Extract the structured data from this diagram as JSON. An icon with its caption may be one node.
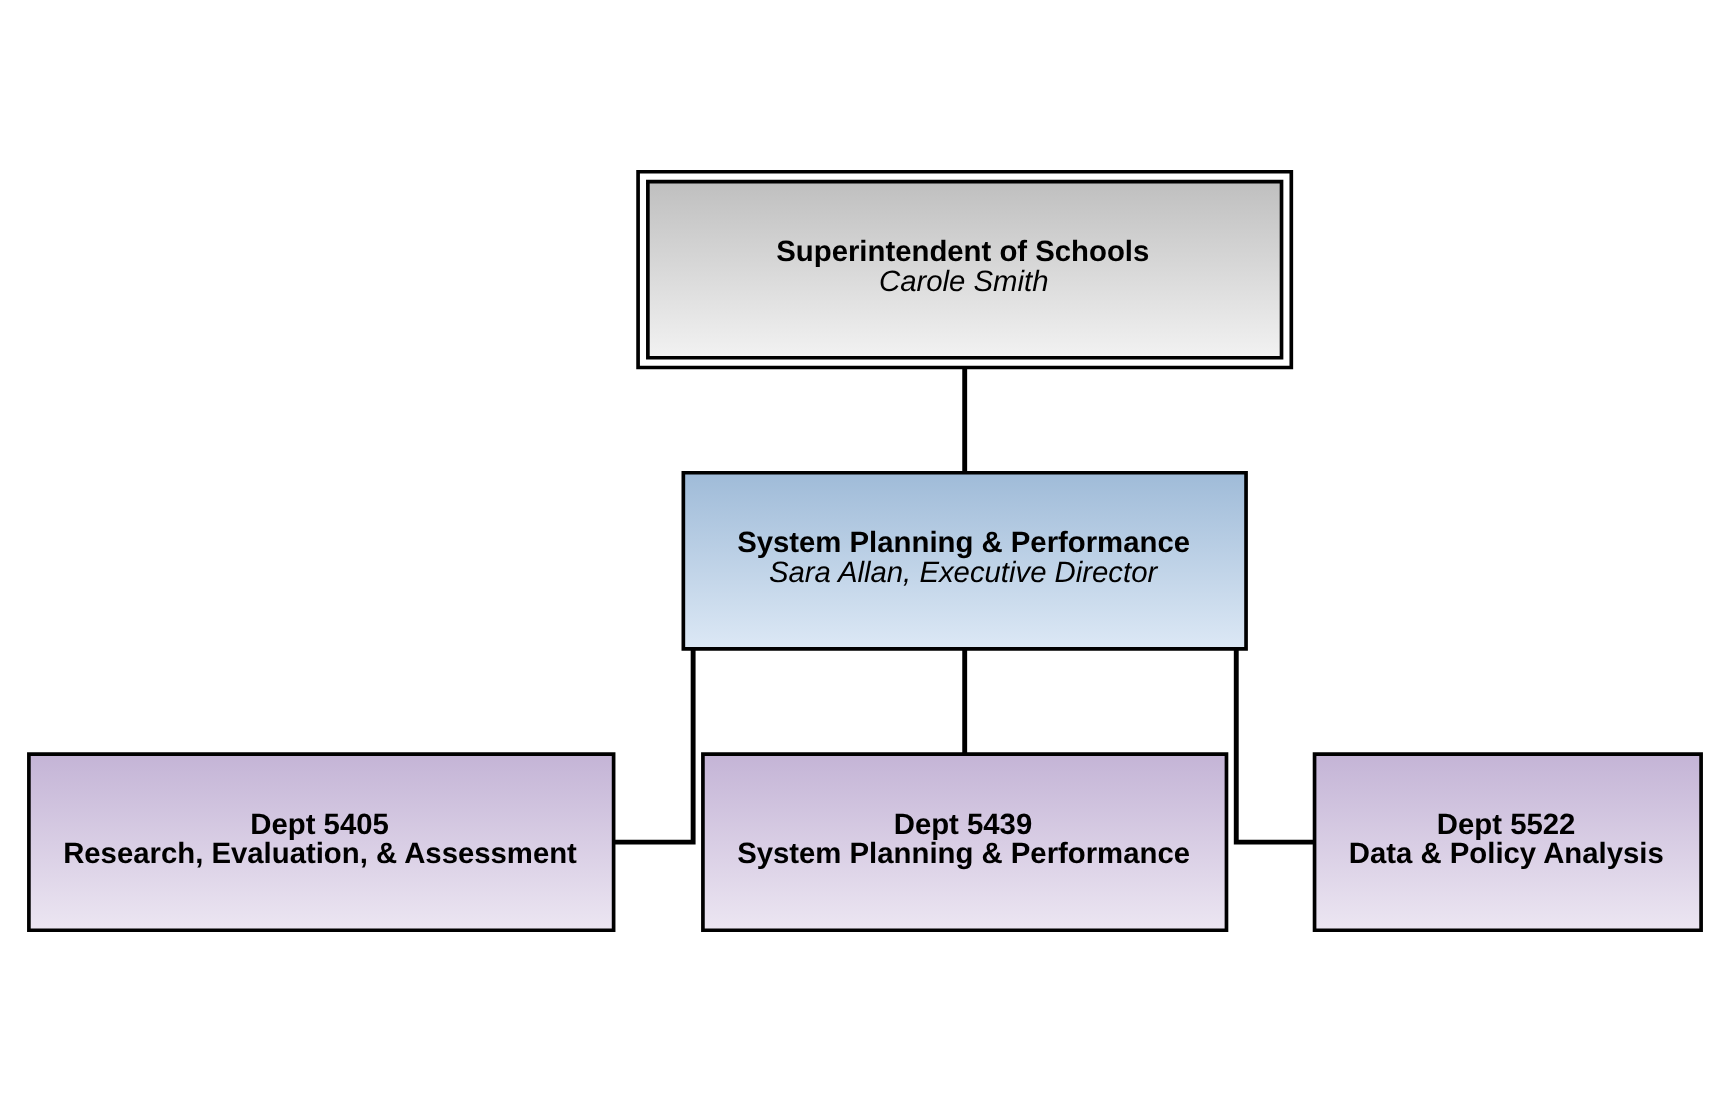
{
  "diagram": {
    "nodes": [
      {
        "text": [
          "Superintendent of Schools",
          "Carole Smith"
        ]
      },
      {
        "text": [
          "System Planning & Performance",
          "Sara Allan, Executive Director"
        ]
      },
      {
        "text": [
          "Dept 5405",
          "Research, Evaluation, & Assessment"
        ]
      },
      {
        "text": [
          "Dept 5439",
          "System Planning & Performance"
        ]
      },
      {
        "text": [
          "Dept 5522",
          "Data & Policy Analysis"
        ]
      }
    ],
    "edges": [
      {
        "from": 0,
        "to": 1,
        "arrow": "none"
      },
      {
        "from": 1,
        "to": 2,
        "arrow": "none"
      },
      {
        "from": 1,
        "to": 3,
        "arrow": "none"
      },
      {
        "from": 1,
        "to": 4,
        "arrow": "none"
      }
    ]
  }
}
